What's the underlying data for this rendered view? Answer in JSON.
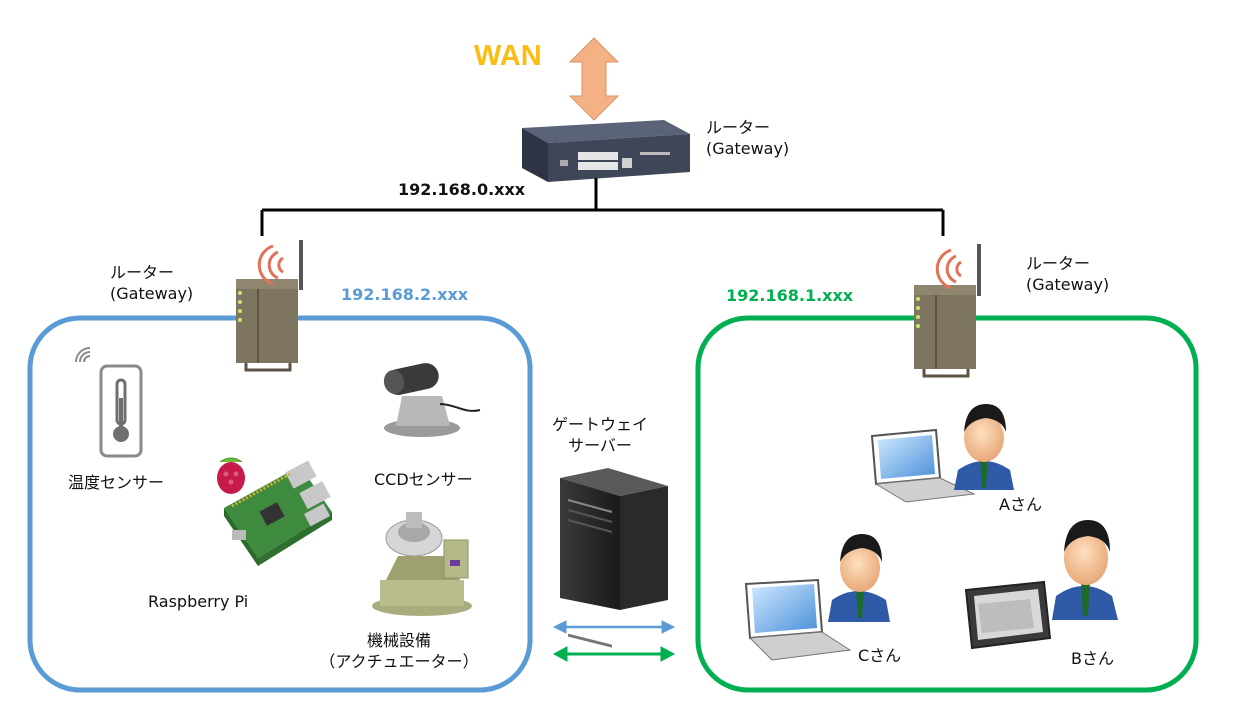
{
  "wan": {
    "label": "WAN"
  },
  "main_router": {
    "label_line1": "ルーター",
    "label_line2": "(Gateway)",
    "ip": "192.168.0.xxx"
  },
  "left_network": {
    "ip": "192.168.2.xxx",
    "router_line1": "ルーター",
    "router_line2": "(Gateway)",
    "temp_sensor": "温度センサー",
    "ccd_sensor": "CCDセンサー",
    "raspberry_pi": "Raspberry Pi",
    "machine_line1": "機械設備",
    "machine_line2": "（アクチュエーター）"
  },
  "gateway_server": {
    "line1": "ゲートウェイ",
    "line2": "サーバー"
  },
  "right_network": {
    "ip": "192.168.1.xxx",
    "router_line1": "ルーター",
    "router_line2": "(Gateway)",
    "user_a": "Aさん",
    "user_b": "Bさん",
    "user_c": "Cさん"
  },
  "colors": {
    "wan_text": "#f9bd14",
    "wan_arrow": "#f4b183",
    "left_network": "#5b9bd5",
    "right_network": "#00b050",
    "line": "#000000"
  }
}
